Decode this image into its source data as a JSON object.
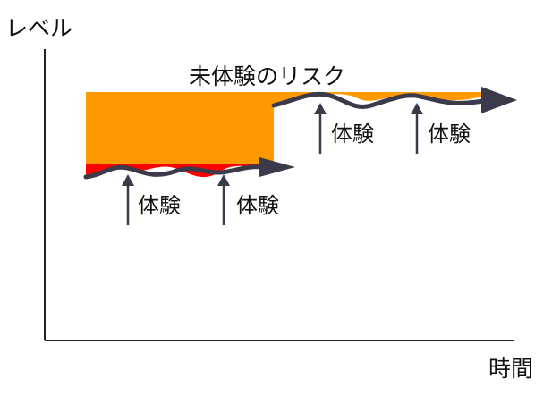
{
  "axes": {
    "y_label": "レベル",
    "x_label": "時間"
  },
  "title": "未体験のリスク",
  "experience_labels": [
    "体験",
    "体験",
    "体験",
    "体験"
  ],
  "colors": {
    "risk_fill": "#FF9900",
    "gap_fill": "#FF0000",
    "wave_line": "#3A3A4A",
    "axis_line": "#222222",
    "text": "#111111"
  }
}
